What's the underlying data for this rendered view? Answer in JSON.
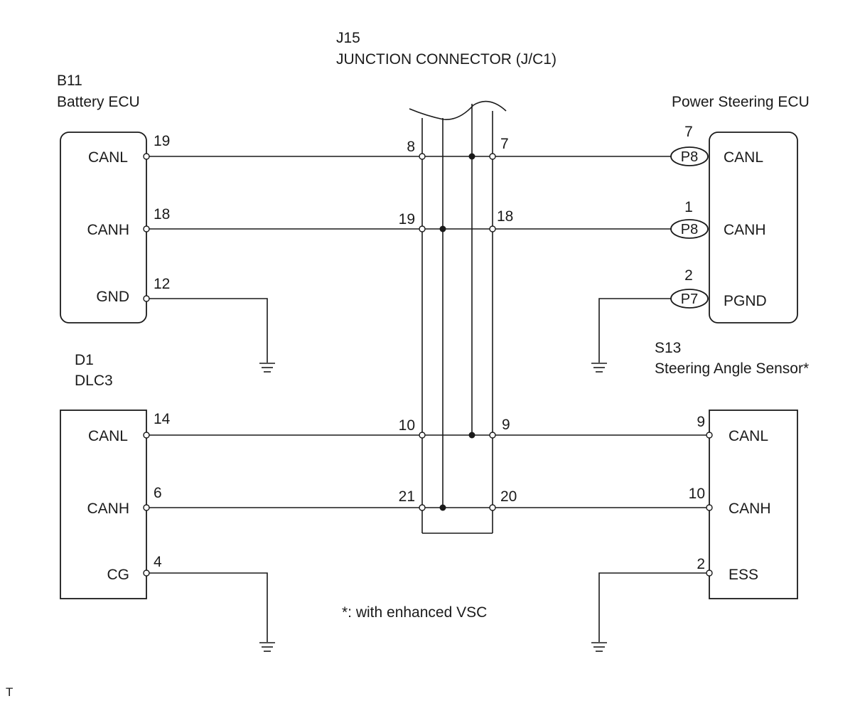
{
  "junction": {
    "id": "J15",
    "name": "JUNCTION CONNECTOR (J/C1)"
  },
  "battery_ecu": {
    "id": "B11",
    "name": "Battery ECU",
    "pins": [
      "CANL",
      "CANH",
      "GND"
    ],
    "pin_numbers": [
      "19",
      "18",
      "12"
    ]
  },
  "dlc3": {
    "id": "D1",
    "name": "DLC3",
    "pins": [
      "CANL",
      "CANH",
      "CG"
    ],
    "pin_numbers": [
      "14",
      "6",
      "4"
    ]
  },
  "power_steering_ecu": {
    "name": "Power Steering ECU",
    "pins": [
      "CANL",
      "CANH",
      "PGND"
    ],
    "pin_numbers": [
      "7",
      "1",
      "2"
    ],
    "connectors": [
      "P8",
      "P8",
      "P7"
    ]
  },
  "steering_angle_sensor": {
    "id": "S13",
    "name": "Steering Angle Sensor*",
    "pins": [
      "CANL",
      "CANH",
      "ESS"
    ],
    "pin_numbers": [
      "9",
      "10",
      "2"
    ]
  },
  "junction_pins": {
    "left": [
      "8",
      "19",
      "10",
      "21"
    ],
    "right": [
      "7",
      "18",
      "9",
      "20"
    ]
  },
  "footnote": "*: with enhanced VSC",
  "corner_mark": "T"
}
